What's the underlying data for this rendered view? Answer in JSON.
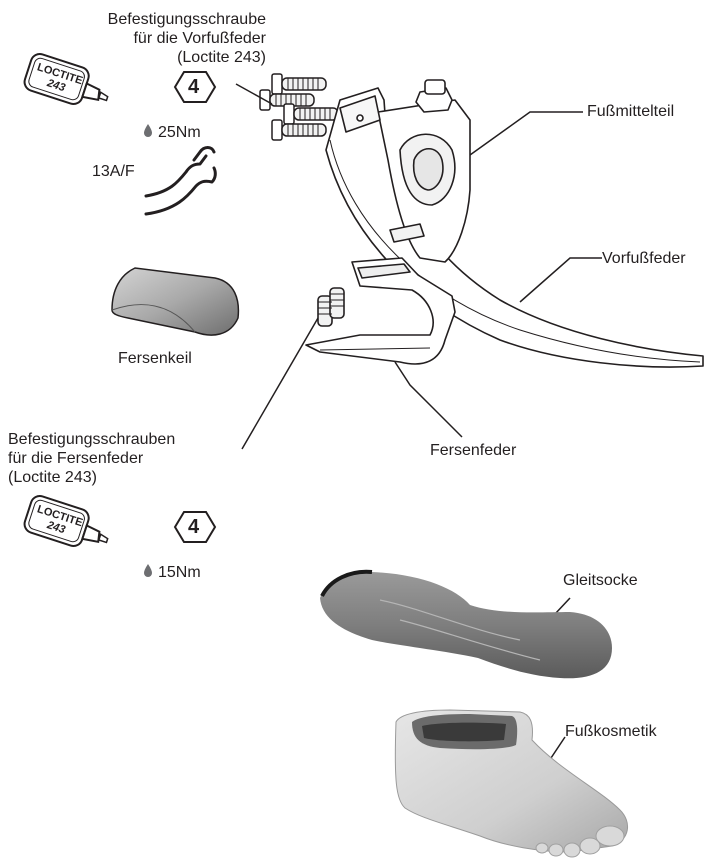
{
  "screw_forefoot": {
    "line1": "Befestigungsschraube",
    "line2": "für die Vorfußfeder",
    "line3": "(Loctite 243)",
    "bottle_line1": "LOCTITE",
    "bottle_line2": "243",
    "hex_key": "4",
    "torque": "25Nm",
    "wrench": "13A/F"
  },
  "labels": {
    "midfoot": "Fußmittelteil",
    "forefoot_spring": "Vorfußfeder",
    "heel_wedge": "Fersenkeil",
    "heel_spring": "Fersenfeder",
    "glide_sock": "Gleitsocke",
    "foot_cosmetic": "Fußkosmetik"
  },
  "screw_heel": {
    "line1": "Befestigungsschrauben",
    "line2": "für die Fersenfeder",
    "line3": "(Loctite 243)",
    "bottle_line1": "LOCTITE",
    "bottle_line2": "243",
    "hex_key": "4",
    "torque": "15Nm"
  }
}
